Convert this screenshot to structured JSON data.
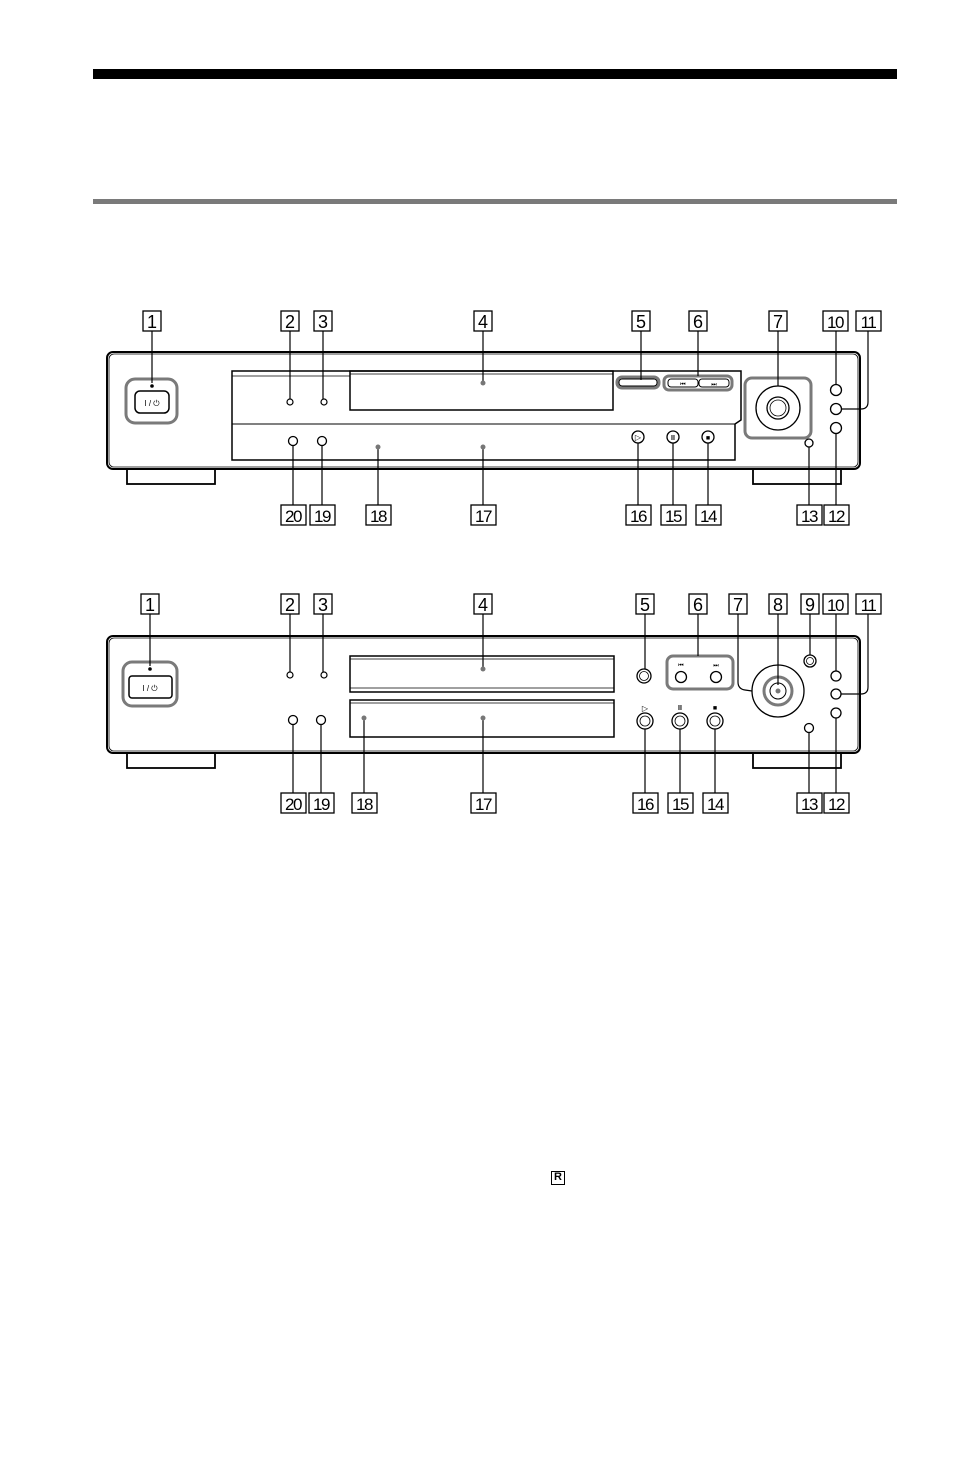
{
  "figure": {
    "callouts_top": [
      "1",
      "2",
      "3",
      "4",
      "5",
      "6",
      "7",
      "10",
      "11",
      "20",
      "19",
      "18",
      "17",
      "16",
      "15",
      "14",
      "13",
      "12"
    ],
    "callouts_bottom": [
      "1",
      "2",
      "3",
      "4",
      "5",
      "6",
      "7",
      "8",
      "9",
      "10",
      "11",
      "20",
      "19",
      "18",
      "17",
      "16",
      "15",
      "14",
      "13",
      "12"
    ],
    "power_label": "I / ⏻",
    "skip_prev": "⏮",
    "skip_next": "⏭",
    "play_symbol": "▷",
    "pause_symbol": "II",
    "stop_symbol": "■",
    "remote_mark": "R"
  }
}
